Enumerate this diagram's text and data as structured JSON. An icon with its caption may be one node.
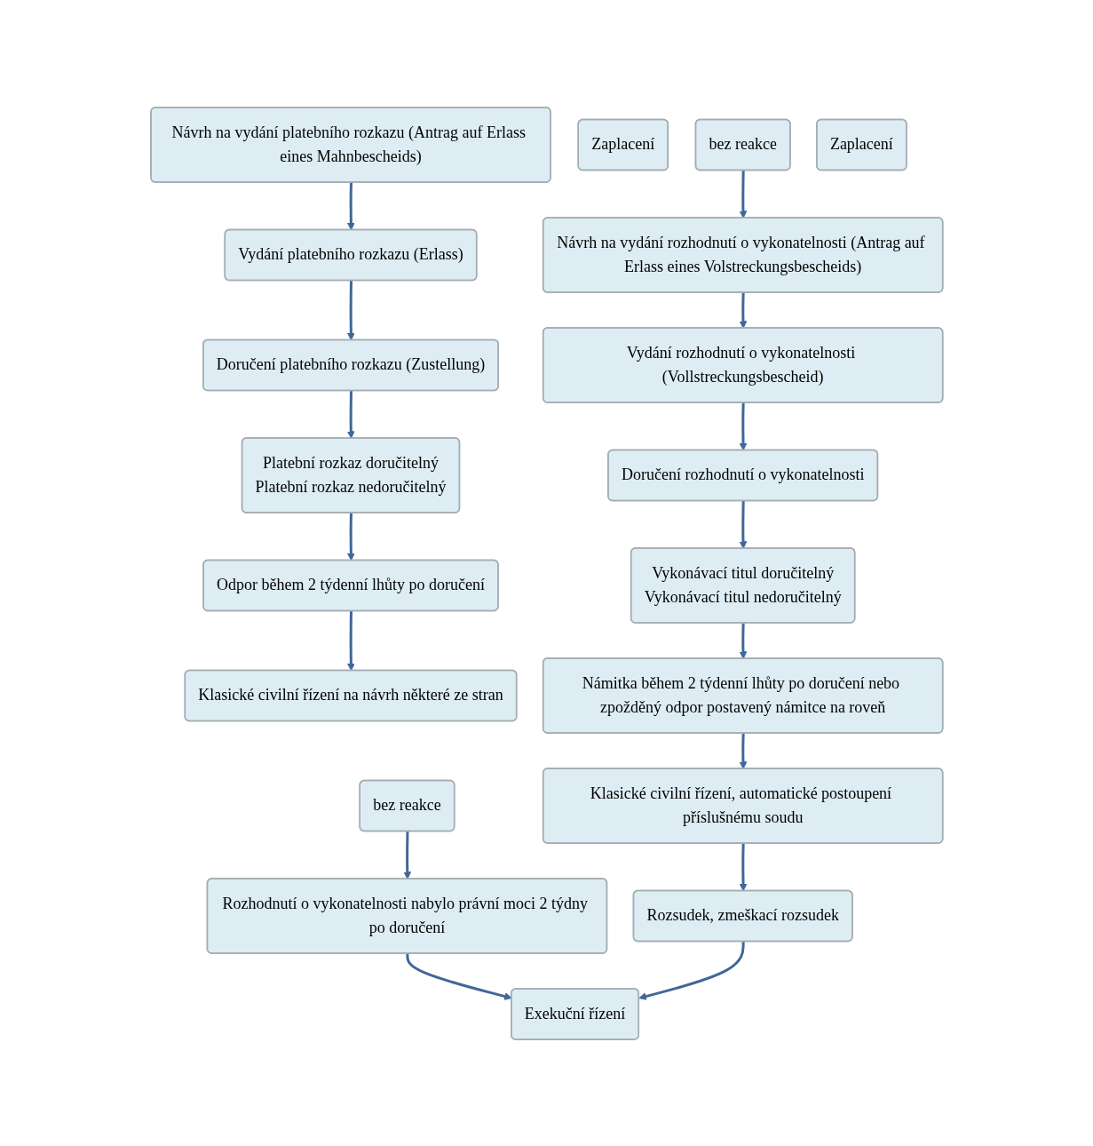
{
  "diagram": {
    "nodes": [
      {
        "text": [
          "Návrh na vydání platebního rozkazu (Antrag auf Erlass eines Mahnbescheids)"
        ]
      },
      {
        "text": [
          "Vydání platebního rozkazu (Erlass)"
        ]
      },
      {
        "text": [
          "Doručení platebního rozkazu (Zustellung)"
        ]
      },
      {
        "text": [
          "Platební rozkaz doručitelný",
          "Platební rozkaz nedoručitelný"
        ]
      },
      {
        "text": [
          "Zaplacení"
        ]
      },
      {
        "text": [
          "bez reakce"
        ]
      },
      {
        "text": [
          "Odpor během 2 týdenní lhůty po doručení"
        ]
      },
      {
        "text": [
          "Klasické civilní řízení na návrh některé ze stran"
        ]
      },
      {
        "text": [
          "Návrh na vydání rozhodnutí o vykonatelnosti (Antrag auf Erlass eines Volstreckungsbescheids)"
        ]
      },
      {
        "text": [
          "Vydání rozhodnutí o vykonatelnosti (Vollstreckungsbescheid)"
        ]
      },
      {
        "text": [
          "Doručení rozhodnutí o vykonatelnosti"
        ]
      },
      {
        "text": [
          "Vykonávací titul doručitelný",
          "Vykonávací titul nedoručitelný"
        ]
      },
      {
        "text": [
          "Zaplacení"
        ]
      },
      {
        "text": [
          "bez reakce"
        ]
      },
      {
        "text": [
          "Námitka během 2 týdenní lhůty po doručení nebo zpožděný odpor postavený námitce na roveň"
        ]
      },
      {
        "text": [
          "Klasické civilní řízení, automatické postoupení příslušnému soudu"
        ]
      },
      {
        "text": [
          "Rozhodnutí o vykonatelnosti nabylo právní moci 2 týdny po doručení"
        ]
      },
      {
        "text": [
          "Rozsudek, zmeškací rozsudek"
        ]
      },
      {
        "text": [
          "Exekuční řízení"
        ]
      }
    ],
    "edges": [
      {
        "from": 0,
        "to": 1,
        "arrow": "to"
      },
      {
        "from": 1,
        "to": 2,
        "arrow": "to"
      },
      {
        "from": 2,
        "to": 3,
        "arrow": "to"
      },
      {
        "from": 3,
        "to": 6,
        "arrow": "to"
      },
      {
        "from": 6,
        "to": 7,
        "arrow": "to"
      },
      {
        "from": 5,
        "to": 8,
        "arrow": "to"
      },
      {
        "from": 8,
        "to": 9,
        "arrow": "to"
      },
      {
        "from": 9,
        "to": 10,
        "arrow": "to"
      },
      {
        "from": 10,
        "to": 11,
        "arrow": "to"
      },
      {
        "from": 11,
        "to": 14,
        "arrow": "to"
      },
      {
        "from": 14,
        "to": 15,
        "arrow": "to"
      },
      {
        "from": 13,
        "to": 16,
        "arrow": "to"
      },
      {
        "from": 15,
        "to": 17,
        "arrow": "to"
      },
      {
        "from": 16,
        "to": 18,
        "arrow": "to"
      },
      {
        "from": 17,
        "to": 18,
        "arrow": "to"
      }
    ]
  }
}
